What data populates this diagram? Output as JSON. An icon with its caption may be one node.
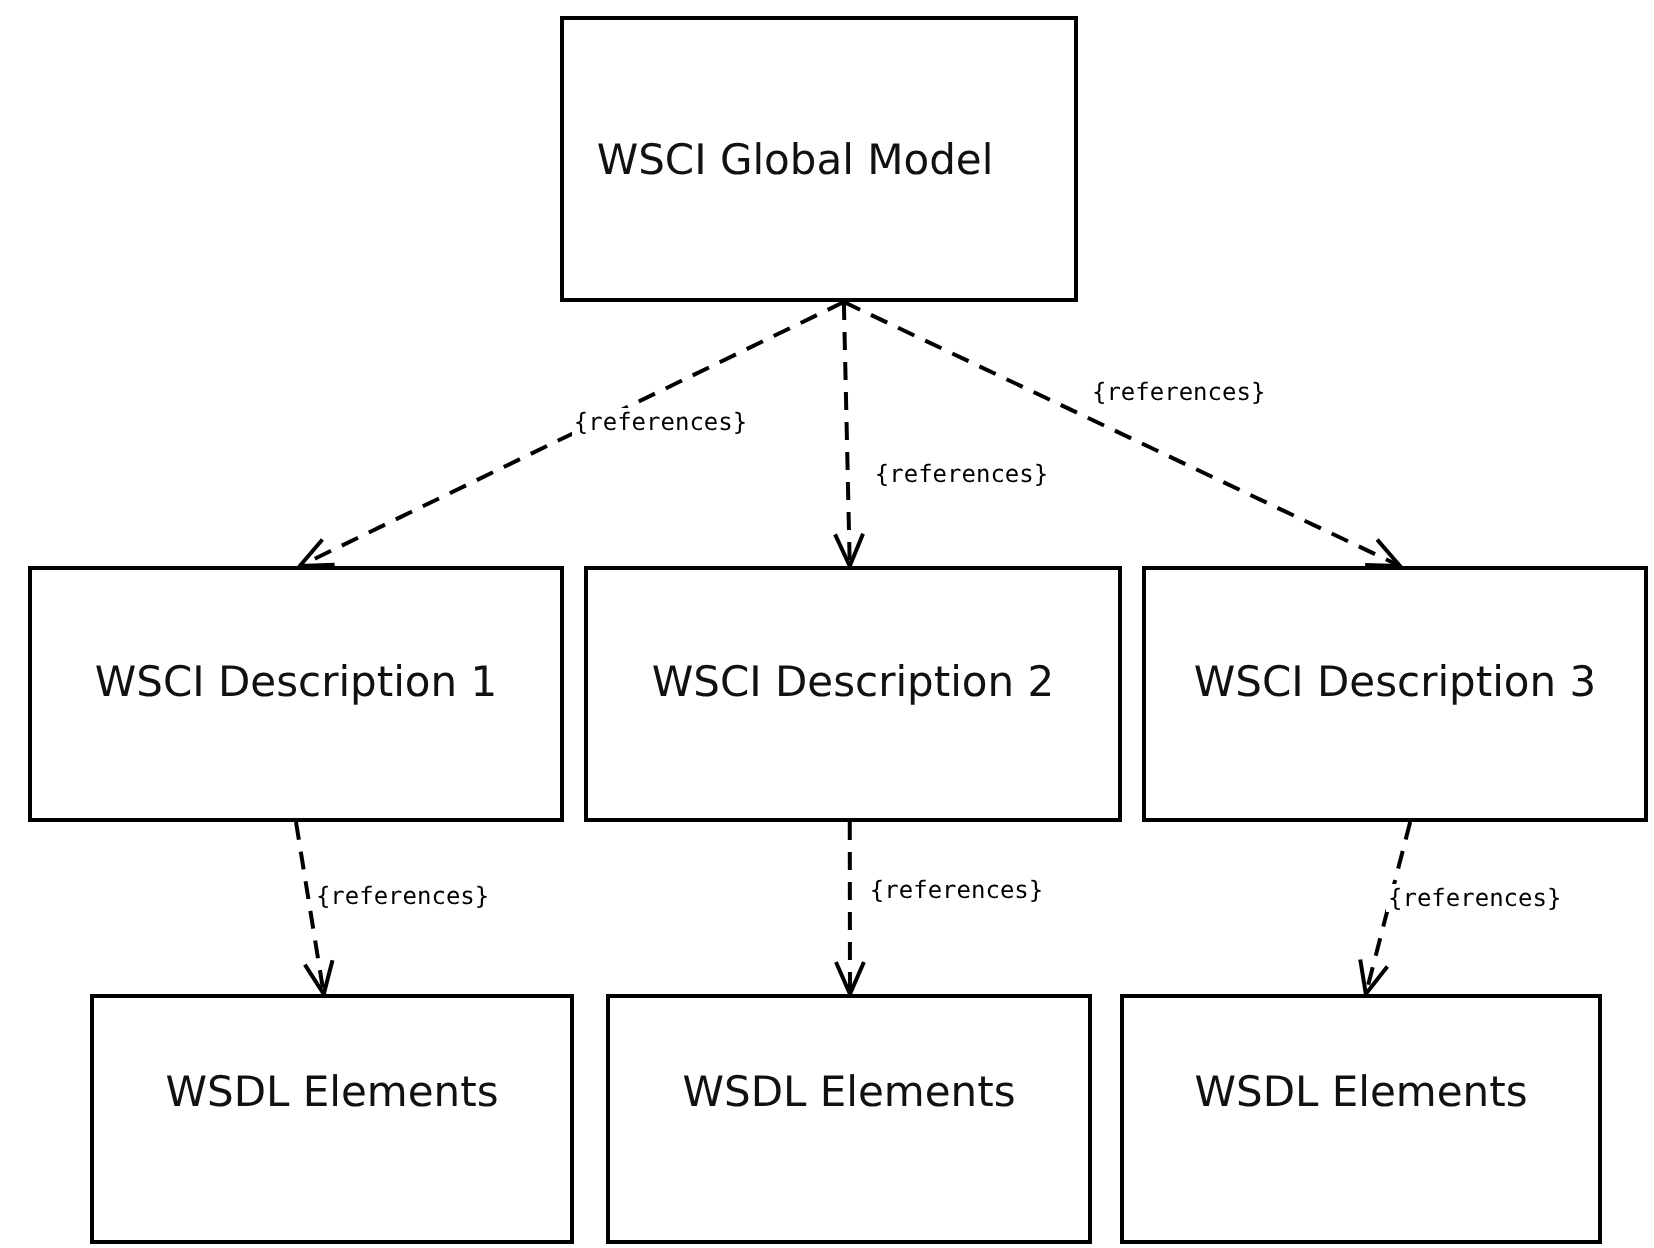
{
  "diagram": {
    "nodes": [
      {
        "text": [
          "WSCI Global Model"
        ]
      },
      {
        "text": [
          "WSCI Description 1"
        ]
      },
      {
        "text": [
          "WSCI Description 2"
        ]
      },
      {
        "text": [
          "WSCI Description 3"
        ]
      },
      {
        "text": [
          "WSDL Elements"
        ]
      },
      {
        "text": [
          "WSDL Elements"
        ]
      },
      {
        "text": [
          "WSDL Elements"
        ]
      }
    ],
    "edges": [
      {
        "from": 0,
        "to": 1,
        "arrow": "to",
        "style": "dashed",
        "label": "{references}"
      },
      {
        "from": 0,
        "to": 2,
        "arrow": "to",
        "style": "dashed",
        "label": "{references}"
      },
      {
        "from": 0,
        "to": 3,
        "arrow": "to",
        "style": "dashed",
        "label": "{references}"
      },
      {
        "from": 1,
        "to": 4,
        "arrow": "to",
        "style": "dashed",
        "label": "{references}"
      },
      {
        "from": 2,
        "to": 5,
        "arrow": "to",
        "style": "dashed",
        "label": "{references}"
      },
      {
        "from": 3,
        "to": 6,
        "arrow": "to",
        "style": "dashed",
        "label": "{references}"
      }
    ]
  }
}
